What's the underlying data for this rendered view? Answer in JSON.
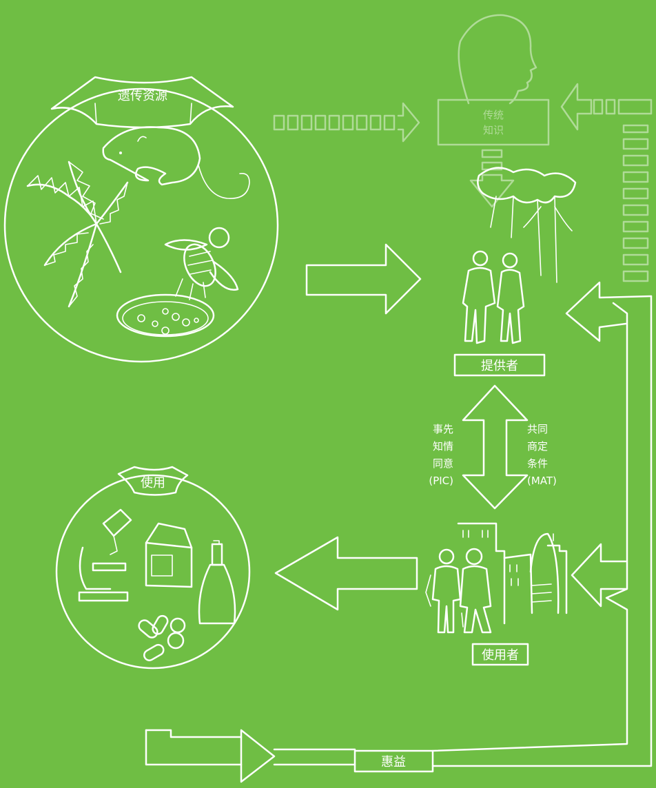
{
  "colors": {
    "background": "#6fbe44",
    "stroke": "#ffffff"
  },
  "genetic_resources": {
    "title": "遗传资源"
  },
  "traditional_knowledge": {
    "line1": "传统",
    "line2": "知识"
  },
  "provider": {
    "label": "提供者"
  },
  "pic": {
    "line1": "事先",
    "line2": "知情",
    "line3": "同意",
    "line4": "(PIC)"
  },
  "mat": {
    "line1": "共同",
    "line2": "商定",
    "line3": "条件",
    "line4": "(MAT)"
  },
  "utilization": {
    "title": "使用"
  },
  "user": {
    "label": "使用者"
  },
  "benefits": {
    "label": "惠益"
  }
}
